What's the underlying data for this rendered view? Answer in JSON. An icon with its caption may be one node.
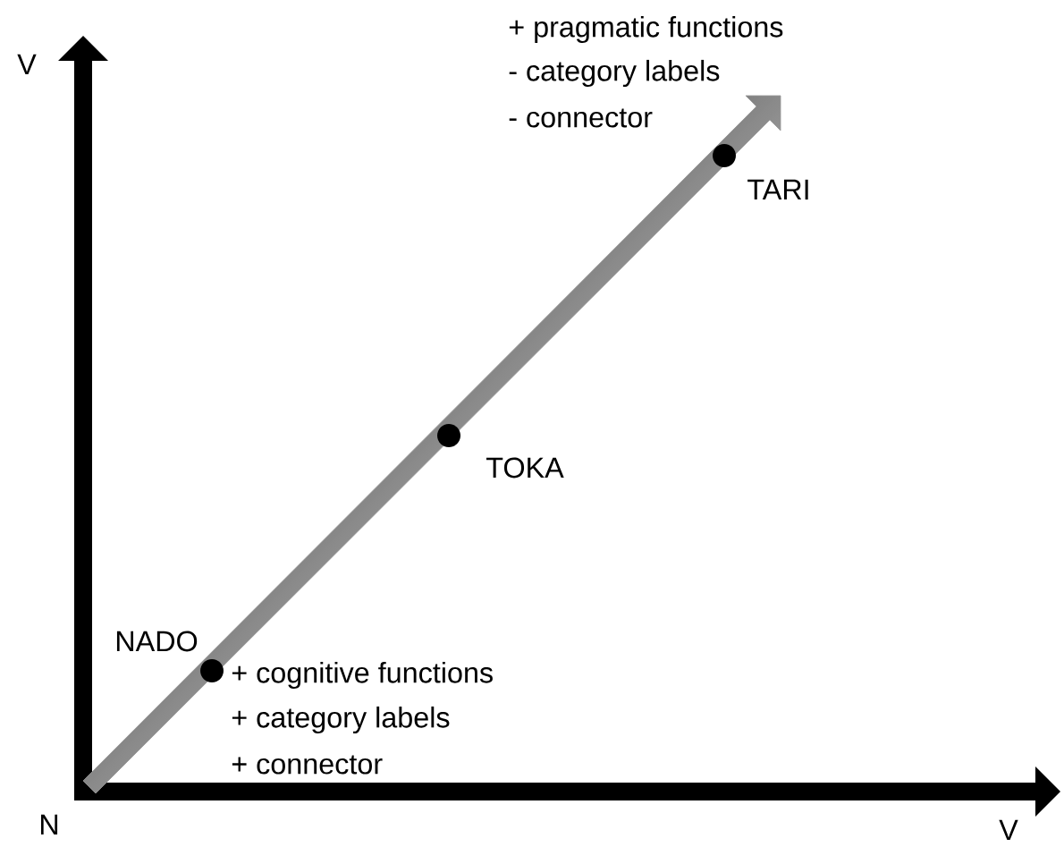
{
  "diagram": {
    "nodes": [
      {
        "text": [
          "NADO"
        ],
        "beside": [
          "+ cognitive functions",
          "+ category labels",
          "+ connector"
        ]
      },
      {
        "text": [
          "TOKA"
        ]
      },
      {
        "text": [
          "TARI"
        ]
      }
    ],
    "labels": [
      "V",
      "+ pragmatic functions",
      "- category labels",
      "- connector",
      "N",
      "V"
    ]
  }
}
